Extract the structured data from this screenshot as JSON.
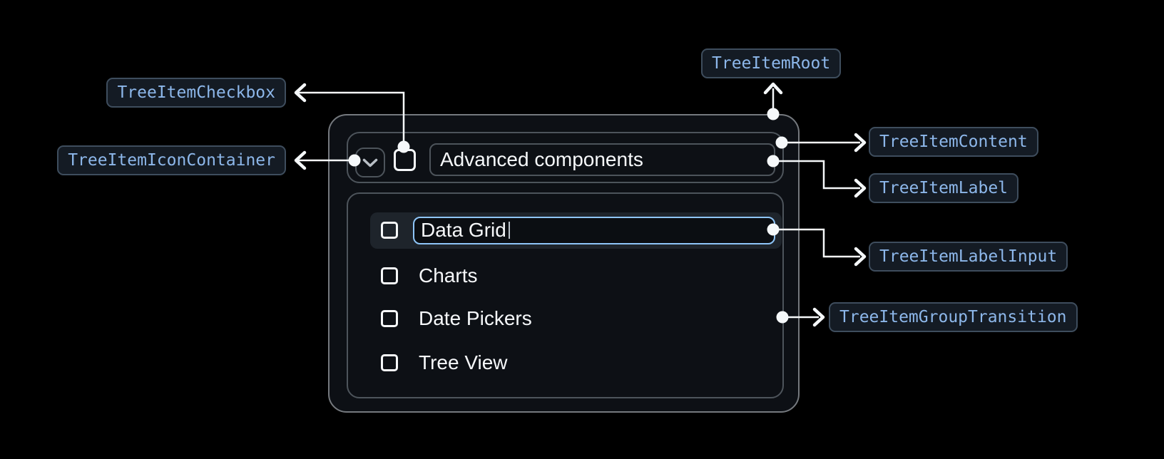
{
  "badges": {
    "root": "TreeItemRoot",
    "checkbox": "TreeItemCheckbox",
    "icon_container": "TreeItemIconContainer",
    "content": "TreeItemContent",
    "label": "TreeItemLabel",
    "label_input": "TreeItemLabelInput",
    "group_transition": "TreeItemGroupTransition"
  },
  "tree": {
    "parent": {
      "label": "Advanced components",
      "expanded": true,
      "checked": false
    },
    "group_children": [
      {
        "label": "Data Grid",
        "state": "editing",
        "checked": false
      },
      {
        "label": "Charts",
        "checked": false
      },
      {
        "label": "Date Pickers",
        "checked": false
      },
      {
        "label": "Tree View",
        "checked": false
      }
    ]
  },
  "icons": {
    "expand": "chevron-down-icon",
    "checkbox": "checkbox-unchecked-icon"
  },
  "colors": {
    "background": "#000000",
    "panel_bg": "#0d1015",
    "outer_border": "#75797e",
    "inner_border": "#4d545b",
    "badge_bg": "#141b24",
    "badge_border": "#3e4d5d",
    "badge_text": "#8db7ea",
    "connector": "#f5f8fa",
    "text": "#f6f8fa",
    "icon_muted": "#b9bfc6",
    "row_highlight": "#1e242b",
    "input_border": "#8ec5f8",
    "input_bg": "#0b0e12",
    "caret": "#b9c0c7"
  }
}
